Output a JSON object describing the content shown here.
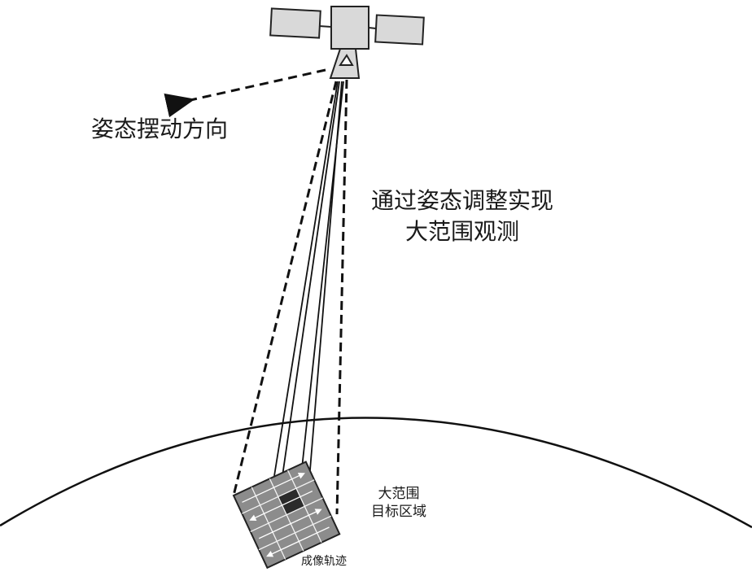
{
  "labels": {
    "attitude_direction": "姿态摆动方向",
    "main_line1": "通过姿态调整实现",
    "main_line2": "大范围观测",
    "target_line1": "大范围",
    "target_line2": "目标区域",
    "imaging_track": "成像轨迹"
  },
  "icons": {
    "satellite": "satellite-icon",
    "direction_arrow": "dashed-arrow-icon"
  },
  "colors": {
    "line": "#111111",
    "panel_fill": "#d9d9d9",
    "grid_fill": "#8c8c8c",
    "grid_highlight": "#2b2b2b",
    "background": "#ffffff"
  }
}
